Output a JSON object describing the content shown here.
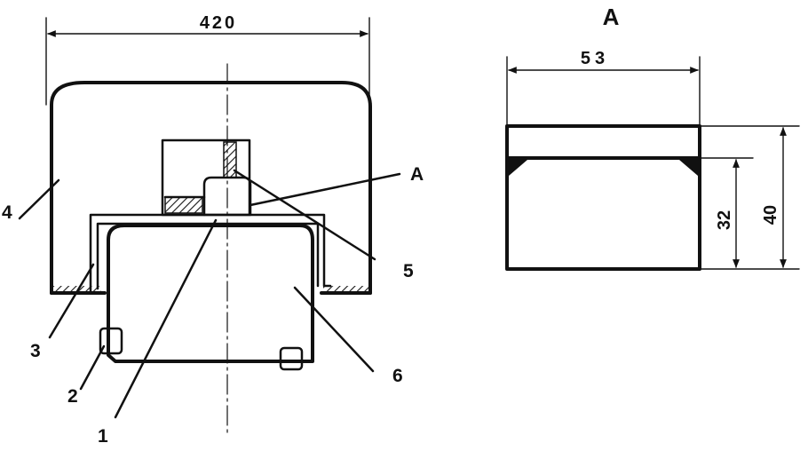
{
  "main_view": {
    "width_dimension": "420",
    "labels": {
      "part_1": "1",
      "part_2": "2",
      "part_3": "3",
      "part_4": "4",
      "part_5": "5",
      "part_6": "6",
      "view_marker": "A"
    }
  },
  "detail_view": {
    "title": "A",
    "width_dimension": "53",
    "inner_height_dimension": "32",
    "total_height_dimension": "40"
  }
}
